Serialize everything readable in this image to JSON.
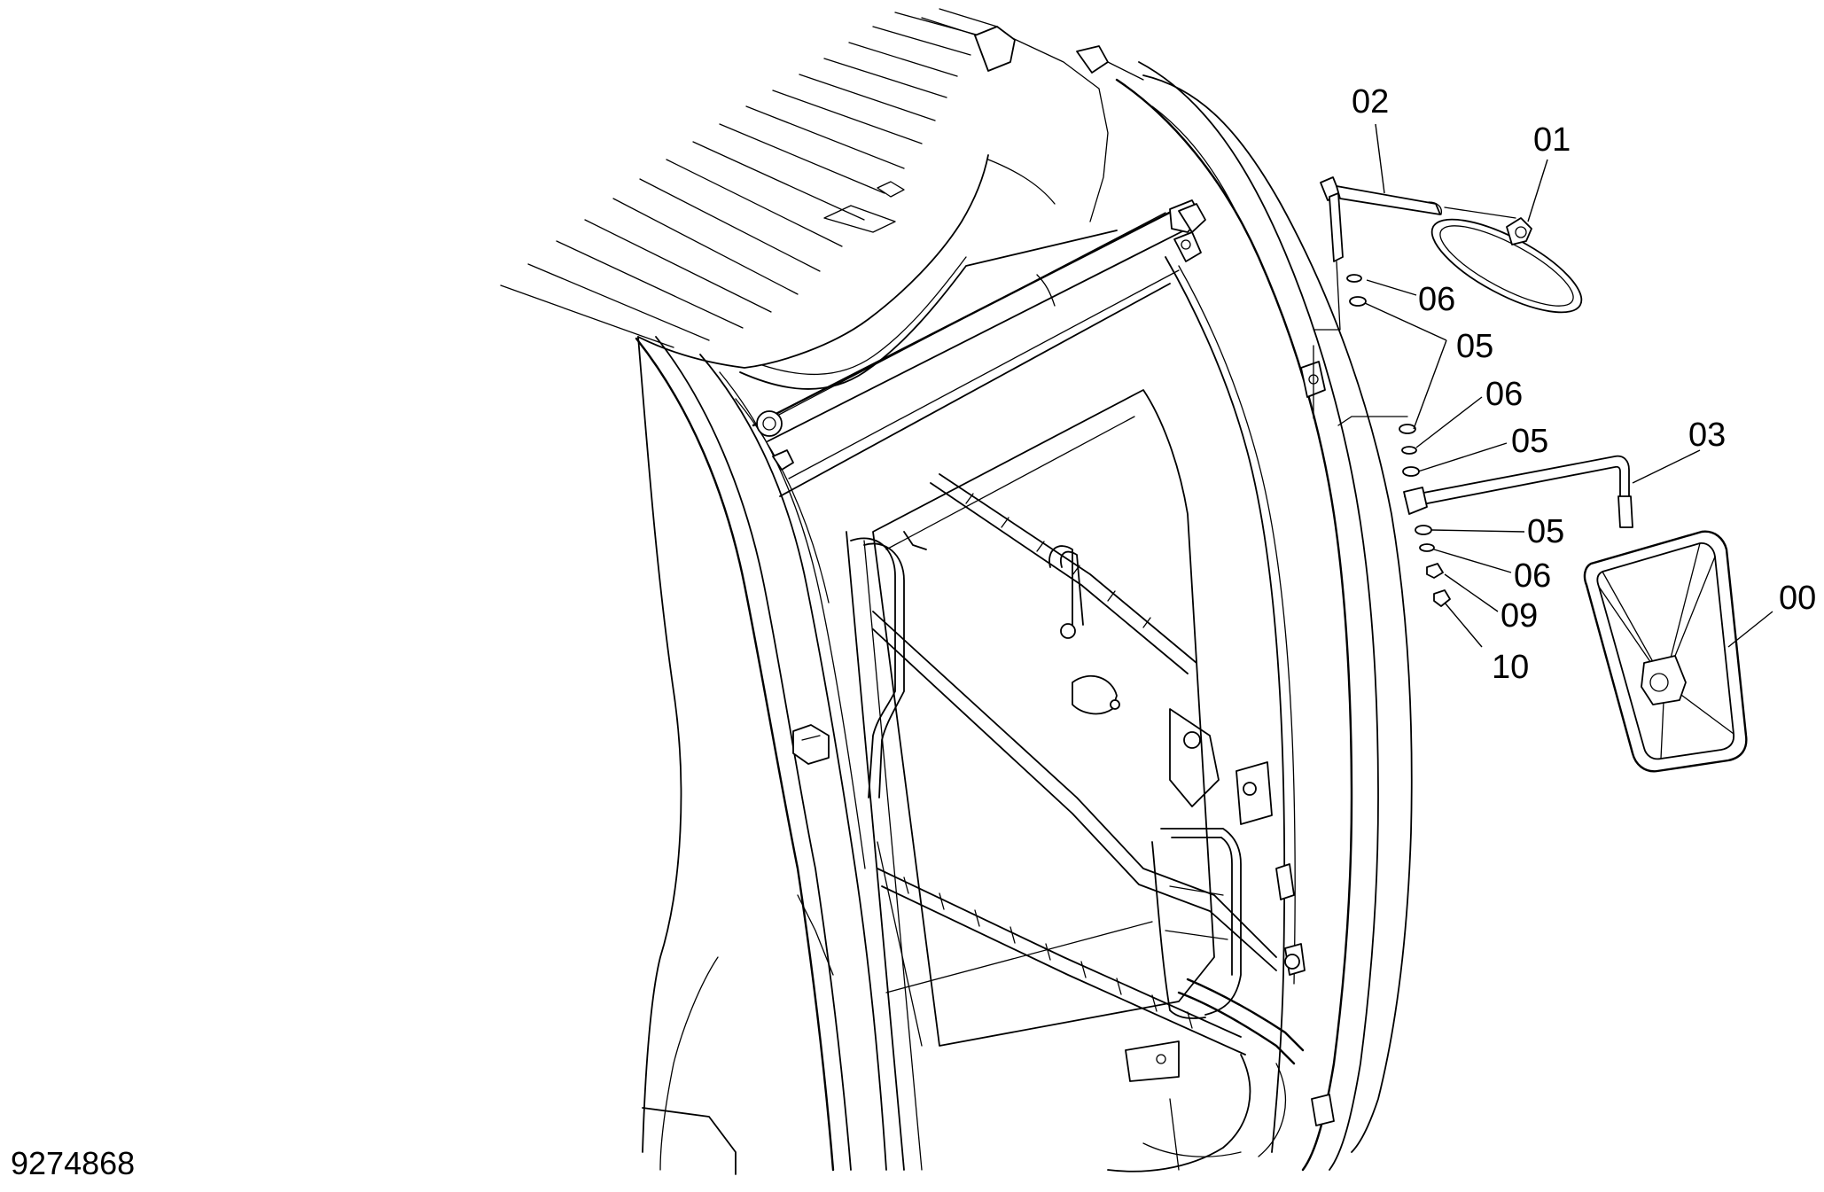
{
  "drawing_number": "9274868",
  "callouts": [
    {
      "id": "00",
      "text": "00"
    },
    {
      "id": "01",
      "text": "01"
    },
    {
      "id": "02",
      "text": "02"
    },
    {
      "id": "03",
      "text": "03"
    },
    {
      "id": "05a",
      "text": "05"
    },
    {
      "id": "05b",
      "text": "05"
    },
    {
      "id": "05c",
      "text": "05"
    },
    {
      "id": "06a",
      "text": "06"
    },
    {
      "id": "06b",
      "text": "06"
    },
    {
      "id": "06c",
      "text": "06"
    },
    {
      "id": "09",
      "text": "09"
    },
    {
      "id": "10",
      "text": "10"
    }
  ],
  "colors": {
    "line": "#000000",
    "background": "#ffffff"
  }
}
